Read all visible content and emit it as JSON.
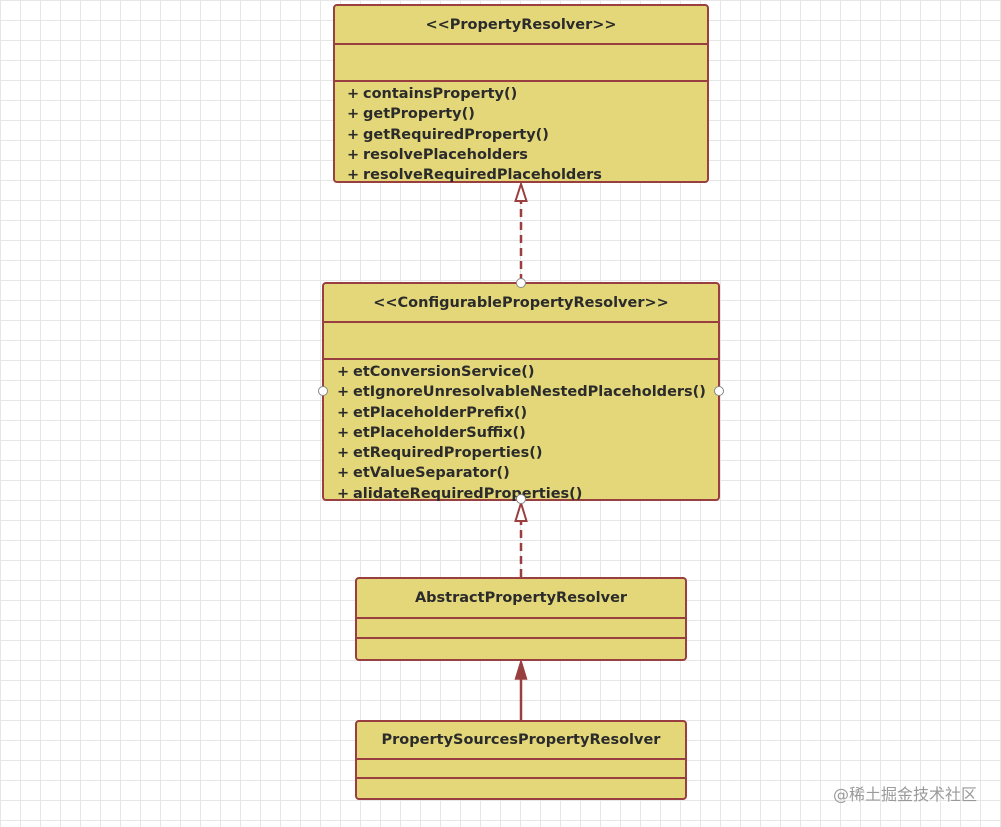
{
  "classes": {
    "property_resolver": {
      "name": "<<PropertyResolver>>",
      "operations": [
        "containsProperty()",
        "getProperty()",
        "getRequiredProperty()",
        "resolvePlaceholders",
        "resolveRequiredPlaceholders"
      ]
    },
    "configurable_property_resolver": {
      "name": "<<ConfigurablePropertyResolver>>",
      "operations": [
        "etConversionService()",
        "etIgnoreUnresolvableNestedPlaceholders()",
        "etPlaceholderPrefix()",
        "etPlaceholderSuffix()",
        "etRequiredProperties()",
        "etValueSeparator()",
        "alidateRequiredProperties()"
      ]
    },
    "abstract_property_resolver": {
      "name": "AbstractPropertyResolver"
    },
    "property_sources_property_resolver": {
      "name": "PropertySourcesPropertyResolver"
    }
  },
  "visibility_symbol": "+",
  "relations": [
    {
      "from": "ConfigurablePropertyResolver",
      "to": "PropertyResolver",
      "kind": "realization"
    },
    {
      "from": "AbstractPropertyResolver",
      "to": "ConfigurablePropertyResolver",
      "kind": "realization"
    },
    {
      "from": "PropertySourcesPropertyResolver",
      "to": "AbstractPropertyResolver",
      "kind": "association"
    }
  ],
  "colors": {
    "class_fill": "#e3d779",
    "class_border": "#9a3f3f",
    "connector": "#9a3f3f",
    "grid": "#e6e6e6"
  },
  "watermark": "@稀土掘金技术社区"
}
